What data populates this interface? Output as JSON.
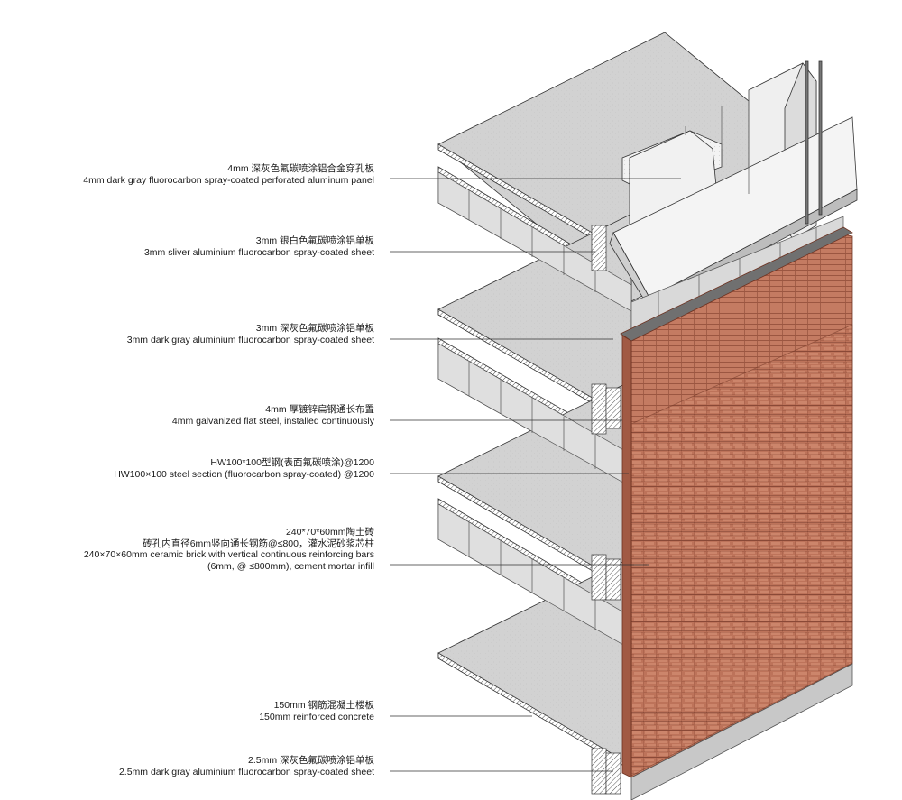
{
  "annotations": [
    {
      "zh": "4mm 深灰色氟碳喷涂铝合金穿孔板",
      "en": [
        "4mm dark gray fluorocarbon spray-coated perforated aluminum panel"
      ]
    },
    {
      "zh": "3mm 银白色氟碳喷涂铝单板",
      "en": [
        "3mm sliver aluminium fluorocarbon spray-coated sheet"
      ]
    },
    {
      "zh": "3mm 深灰色氟碳喷涂铝单板",
      "en": [
        "3mm dark gray aluminium fluorocarbon spray-coated sheet"
      ]
    },
    {
      "zh": "4mm 厚镀锌扁钢通长布置",
      "en": [
        "4mm galvanized flat steel, installed continuously"
      ]
    },
    {
      "zh": "HW100*100型钢(表面氟碳喷涂)@1200",
      "en": [
        "HW100×100 steel section (fluorocarbon spray-coated) @1200"
      ]
    },
    {
      "zh": "240*70*60mm陶土砖",
      "zh2": "砖孔内直径6mm竖向通长钢筋@≤800，灌水泥砂浆芯柱",
      "en": [
        "240×70×60mm ceramic brick with vertical continuous reinforcing bars",
        "(6mm, @ ≤800mm), cement mortar infill"
      ]
    },
    {
      "zh": "150mm 钢筋混凝土楼板",
      "en": [
        "150mm reinforced concrete"
      ]
    },
    {
      "zh": "2.5mm 深灰色氟碳喷涂铝单板",
      "en": [
        "2.5mm dark gray aluminium fluorocarbon spray-coated sheet"
      ]
    }
  ],
  "colors": {
    "slab_top": "#cfcfcf",
    "slab_edge": "#9a9a9a",
    "brick": "#c07a62",
    "brick_mortar": "#9c5843",
    "aluminum": "#e9e9e9",
    "glass": "#d6d6d6",
    "steel": "#8a8a8a",
    "line": "#333333"
  }
}
